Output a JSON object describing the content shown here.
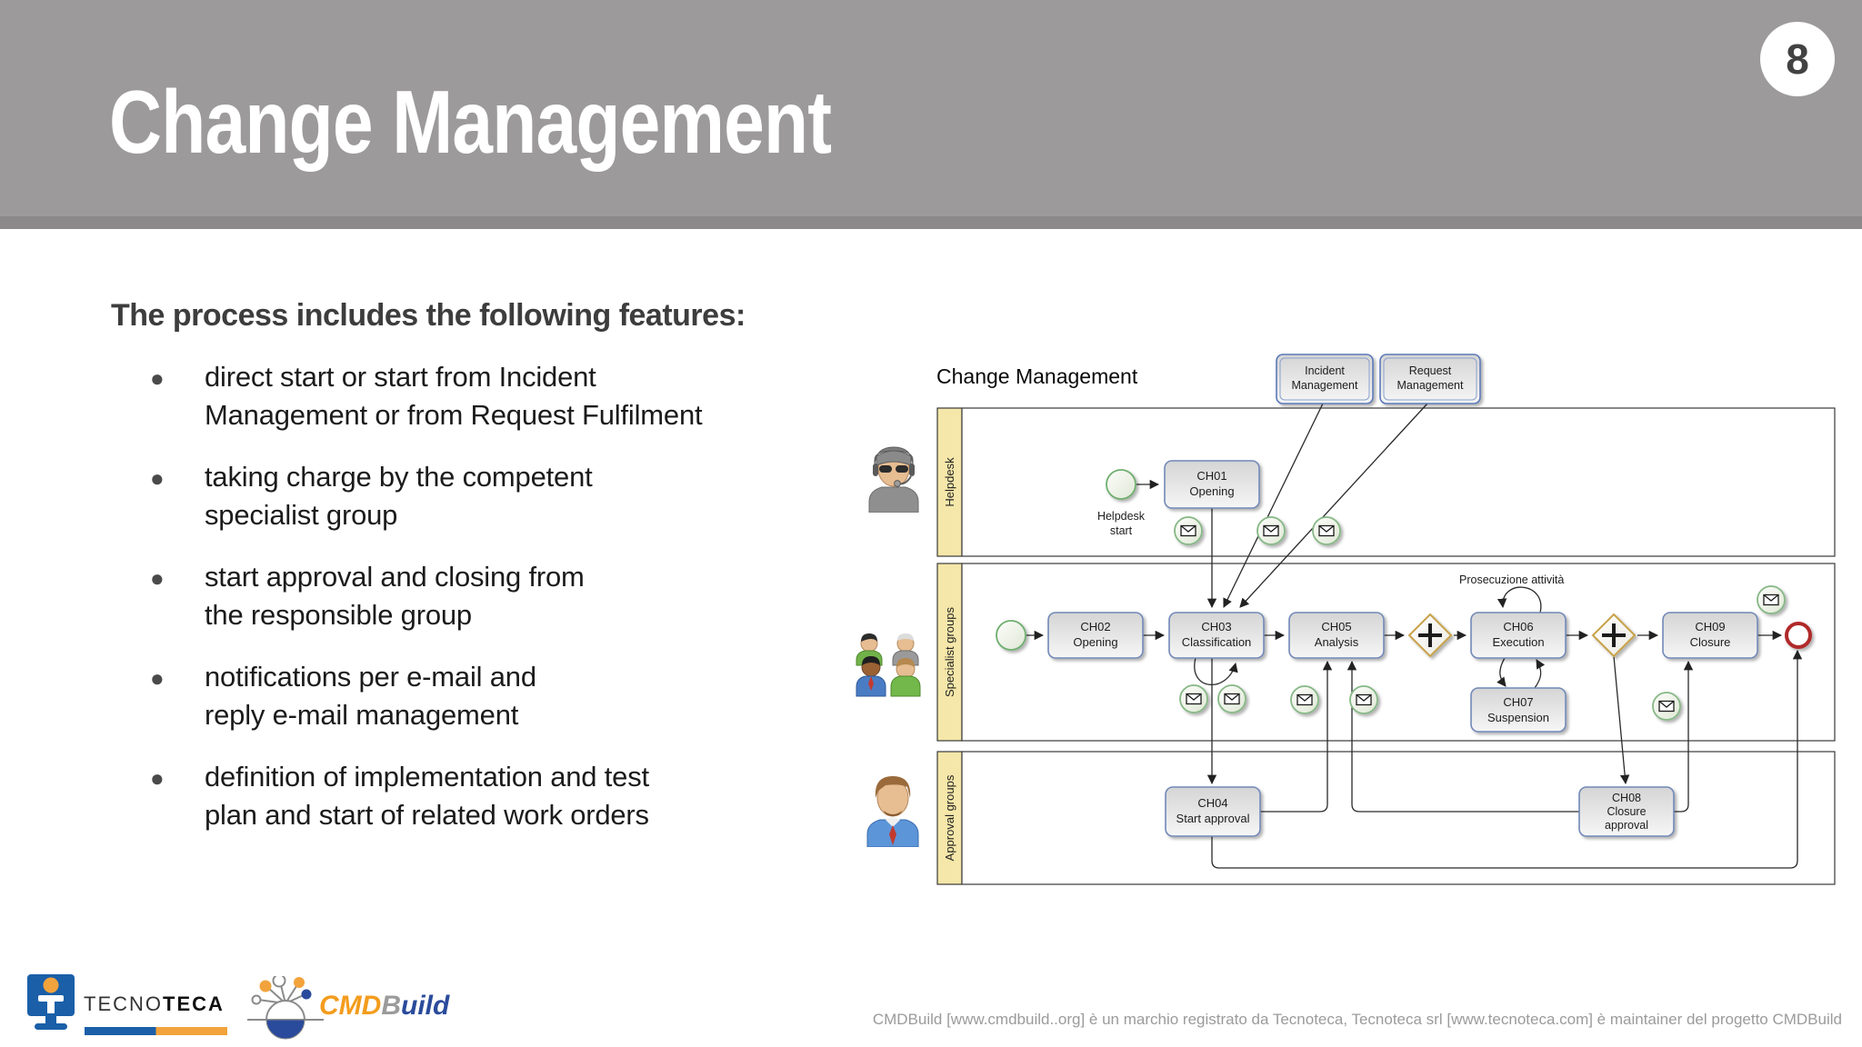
{
  "slide": {
    "title": "Change Management",
    "page_number": "8"
  },
  "main": {
    "heading": "The process includes the following features:",
    "bullets": [
      [
        "direct start or start from Incident",
        "Management or from Request Fulfilment"
      ],
      [
        "taking charge by the competent",
        "specialist group"
      ],
      [
        "start approval and closing from",
        "the responsible group"
      ],
      [
        "notifications per e-mail and",
        "reply e-mail management"
      ],
      [
        "definition of implementation and test",
        "plan and start of related work orders"
      ]
    ]
  },
  "diagram": {
    "title": "Change Management",
    "lanes": [
      {
        "label": "Helpdesk"
      },
      {
        "label": "Specialist groups"
      },
      {
        "label": "Approval groups"
      }
    ],
    "external_refs": {
      "incident": [
        "Incident",
        "Management"
      ],
      "request": [
        "Request",
        "Management"
      ]
    },
    "start_label": [
      "Helpdesk",
      "start"
    ],
    "annotation": "Prosecuzione attività",
    "nodes": {
      "ch01": [
        "CH01",
        "Opening"
      ],
      "ch02": [
        "CH02",
        "Opening"
      ],
      "ch03": [
        "CH03",
        "Classification"
      ],
      "ch04": [
        "CH04",
        "Start approval"
      ],
      "ch05": [
        "CH05",
        "Analysis"
      ],
      "ch06": [
        "CH06",
        "Execution"
      ],
      "ch07": [
        "CH07",
        "Suspension"
      ],
      "ch08": [
        "CH08",
        "Closure",
        "approval"
      ],
      "ch09": [
        "CH09",
        "Closure"
      ]
    }
  },
  "footer": {
    "tecnoteca": {
      "normal": "TECNO",
      "bold": "TECA"
    },
    "cmdbuild": {
      "cmd": "CMD",
      "b": "B",
      "uild": "uild"
    },
    "legal": "CMDBuild [www.cmdbuild..org] è un marchio registrato da Tecnoteca, Tecnoteca srl [www.tecnoteca.com] è maintainer del progetto CMDBuild"
  },
  "colors": {
    "header_gray": "#9c9a9a",
    "header_strip": "#8b8989",
    "lane_yellow": "#f5e7a9",
    "task_border_blue": "#7188b8",
    "gateway_gold": "#c8a24a",
    "event_green": "#86b886",
    "end_event_red": "#b02a2a",
    "tecnoteca_blue": "#1a5fa8",
    "tecnoteca_orange": "#f2a33c"
  }
}
